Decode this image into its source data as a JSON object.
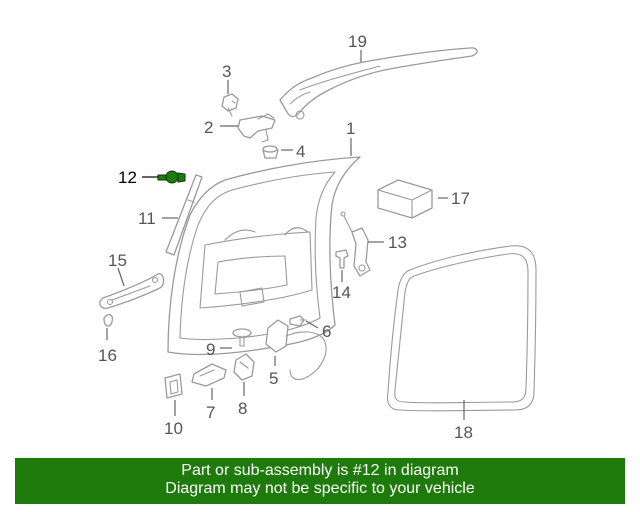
{
  "diagram": {
    "callouts": [
      "1",
      "2",
      "3",
      "4",
      "5",
      "6",
      "7",
      "8",
      "9",
      "10",
      "11",
      "12",
      "13",
      "14",
      "15",
      "16",
      "17",
      "18",
      "19"
    ],
    "highlighted_part": "12",
    "highlight_color": "#1e7b0e"
  },
  "banner": {
    "line1": "Part or sub-assembly is #12 in diagram",
    "line2": "Diagram may not be specific to your vehicle",
    "background_color": "#1f7a0c"
  }
}
